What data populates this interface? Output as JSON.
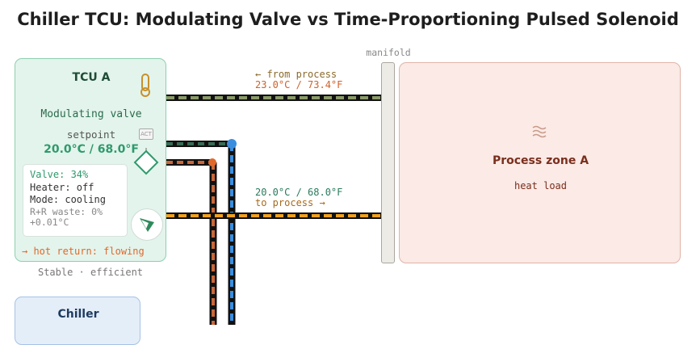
{
  "title": "Chiller TCU: Modulating Valve vs Time-Proportioning Pulsed Solenoid",
  "tcu": {
    "title": "TCU A",
    "mode_label": "Modulating valve",
    "setpoint_label": "setpoint",
    "setpoint_value": "20.0°C / 68.0°F",
    "actuator_badge": "ACT",
    "status": {
      "valve": "Valve: 34%",
      "heater": "Heater: off",
      "mode": "Mode: cooling",
      "waste": "R+R waste: 0%",
      "offset": "+0.01°C"
    },
    "hot_return": "→ hot return: flowing",
    "caption": "Stable · efficient",
    "icons": [
      "thermometer-icon",
      "valve-diamond-icon",
      "gauge-icon"
    ]
  },
  "chiller": {
    "title": "Chiller"
  },
  "manifold": {
    "label": "manifold"
  },
  "return_line": {
    "direction": "← from process",
    "temperature": "23.0°C / 73.4°F"
  },
  "supply_line": {
    "temperature": "20.0°C / 68.0°F",
    "direction": "to process →"
  },
  "zone": {
    "title": "Process zone A",
    "icon": "heat-waves-icon",
    "subtitle": "heat load"
  },
  "colors": {
    "return_dash": "#8a9a6a",
    "supply_dash": "#f0a020",
    "chilled_dash": "#3a8ee0",
    "hot_dash": "#c8683a",
    "valve": "#2e9a6c",
    "zone_hot": "#d85a30"
  }
}
